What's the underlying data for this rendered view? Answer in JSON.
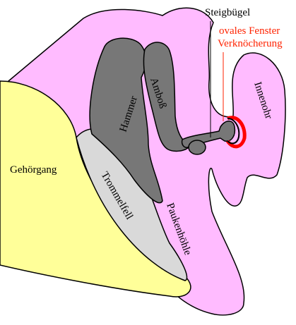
{
  "labels": {
    "steigbuegel": "Steigbügel",
    "ovales_fenster": "ovales Fenster",
    "verknoecherung": "Verknöcherung",
    "hammer": "Hammer",
    "amboss": "Amboß",
    "innenohr": "Innenohr",
    "gehoergang": "Gehörgang",
    "trommelfell": "Trommelfell",
    "paukenhoehle": "Paukenhöhle"
  },
  "colors": {
    "cavity_fill": "#ffbbff",
    "ear_canal_fill": "#ffff99",
    "eardrum_fill": "#d9d9d9",
    "ossicle_fill": "#777777",
    "ossification_ring": "#ff0000",
    "outline": "#000000"
  }
}
